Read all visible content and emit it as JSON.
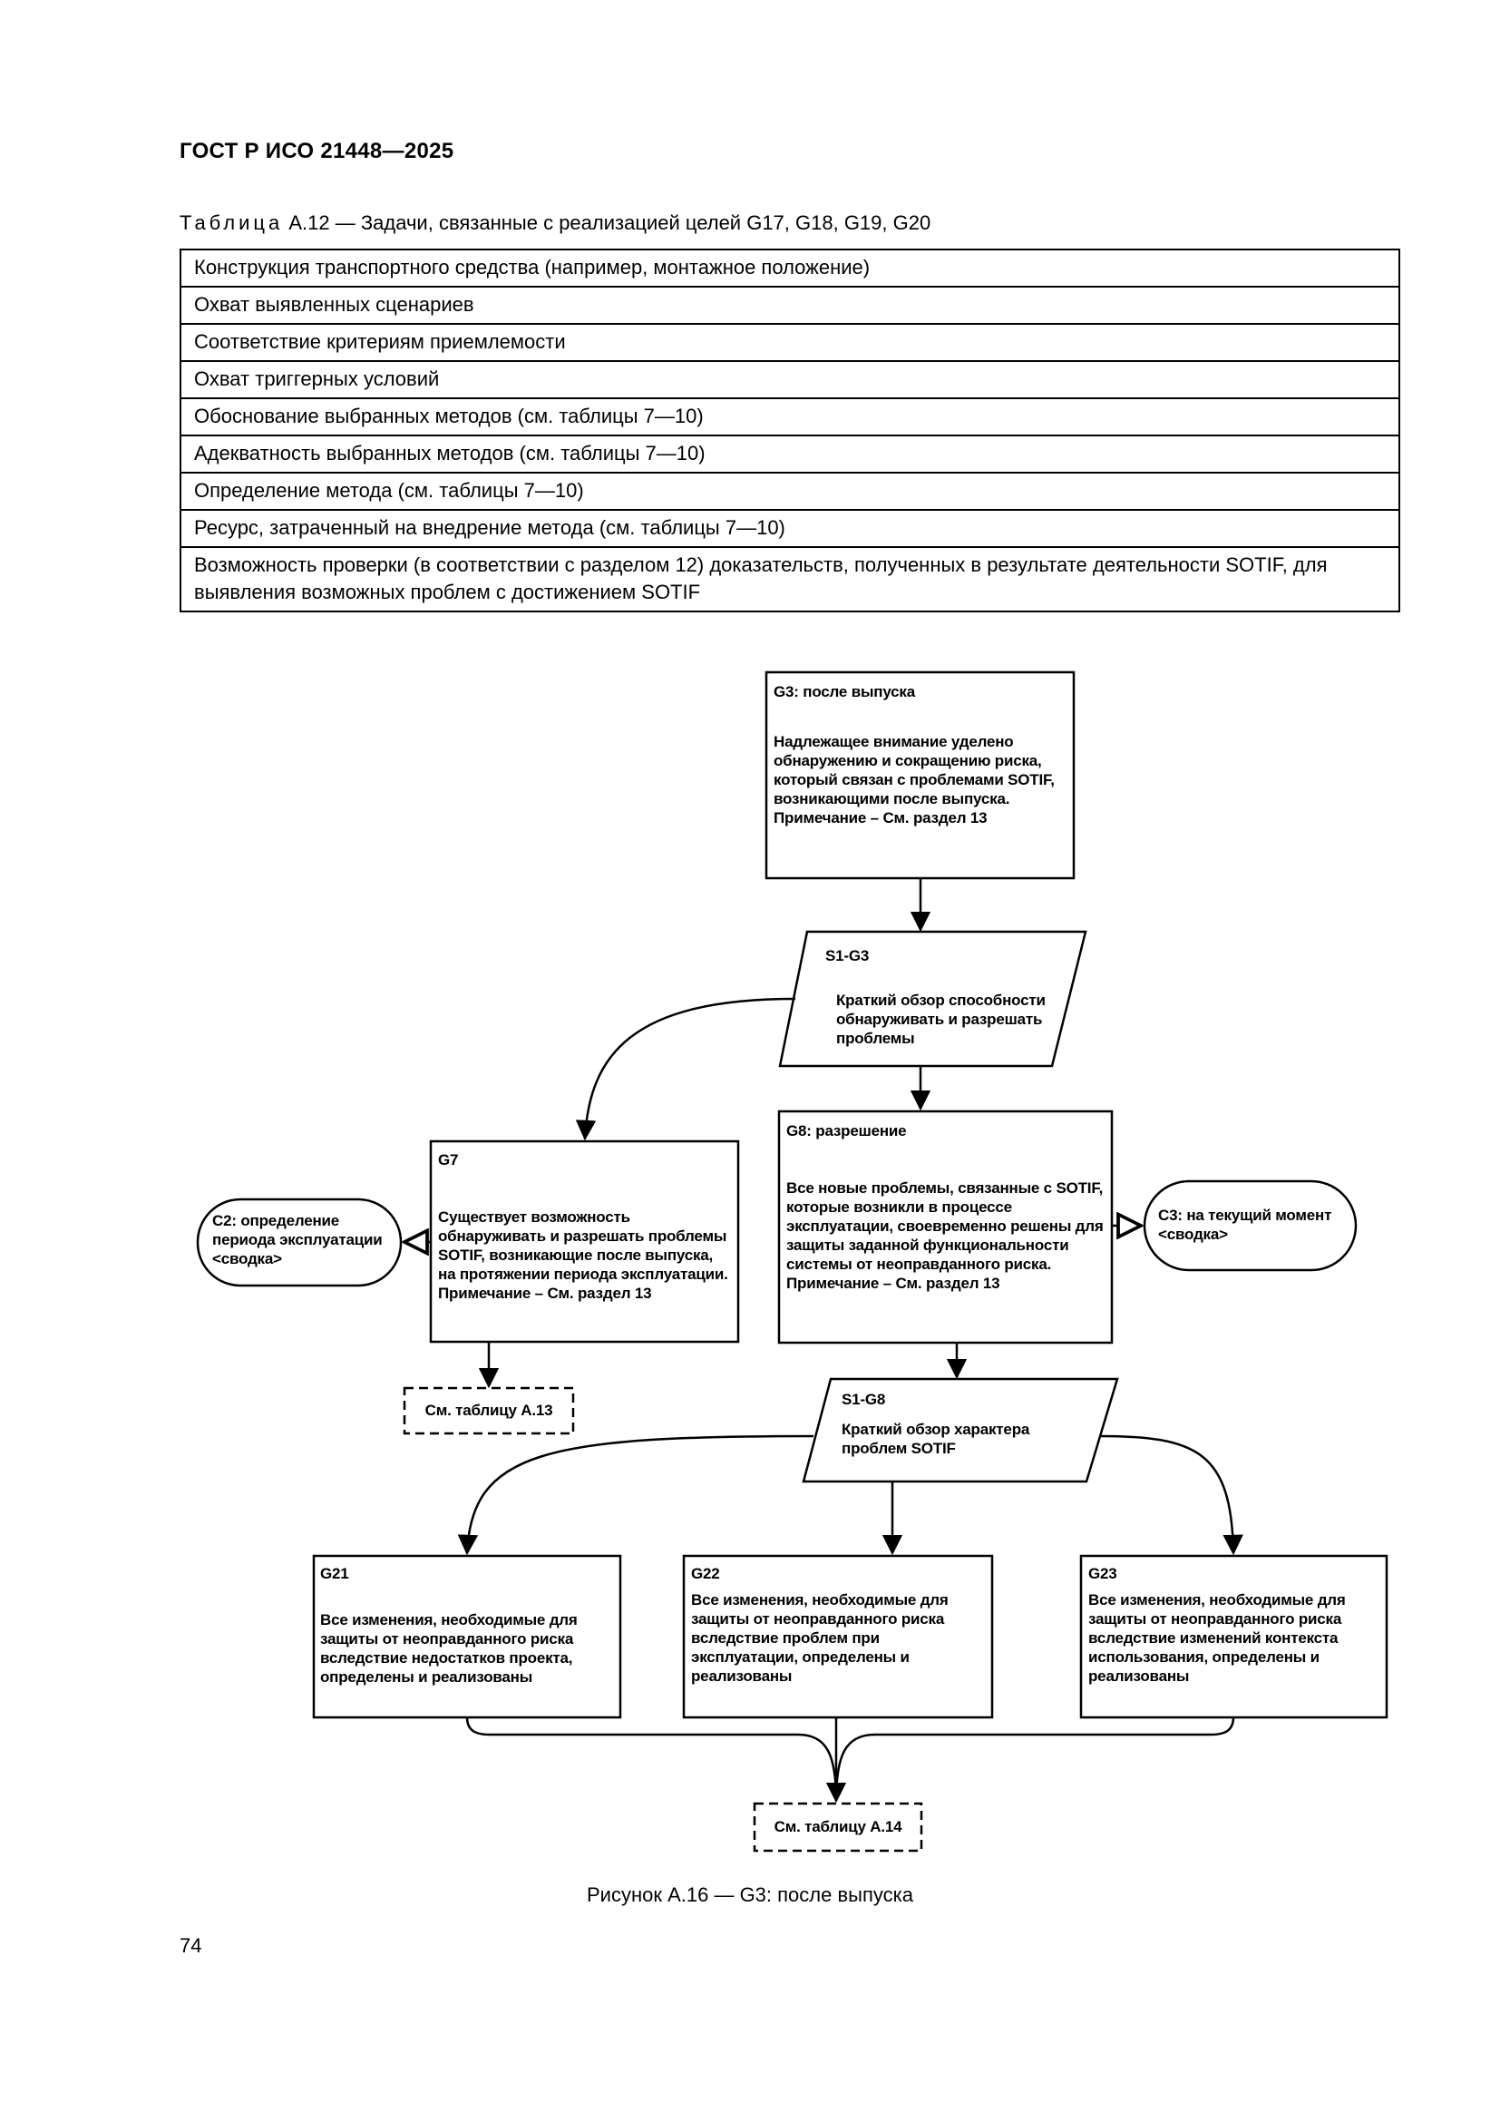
{
  "header": {
    "document_title": "ГОСТ Р ИСО 21448—2025"
  },
  "table": {
    "caption_prefix": "Таблица",
    "caption_rest": " А.12 — Задачи, связанные с реализацией целей G17, G18, G19, G20",
    "rows": [
      "Конструкция транспортного средства (например, монтажное положение)",
      "Охват выявленных сценариев",
      "Соответствие критериям приемлемости",
      "Охват триггерных условий",
      "Обоснование выбранных методов (см. таблицы 7—10)",
      "Адекватность выбранных методов (см. таблицы 7—10)",
      "Определение метода (см. таблицы 7—10)",
      "Ресурс, затраченный на внедрение метода (см. таблицы 7—10)",
      "Возможность проверки (в соответствии с разделом 12) доказательств, полученных в результате деятельности SOTIF, для выявления возможных проблем с достижением SOTIF"
    ]
  },
  "diagram": {
    "g3": {
      "title": "G3: после выпуска",
      "body": "Надлежащее внимание уделено обнаружению и сокращению риска, который связан с проблемами SOTIF, возникающими после выпуска.",
      "note": "Примечание – См. раздел 13"
    },
    "s1_g3": {
      "title": "S1-G3",
      "body": "Краткий обзор способности обнаруживать и разрешать проблемы"
    },
    "g7": {
      "title": "G7",
      "body": "Существует возможность обнаруживать и разрешать проблемы SOTIF, возникающие после выпуска, на протяжении периода эксплуатации.",
      "note": "Примечание – См. раздел 13"
    },
    "g8": {
      "title": "G8: разрешение",
      "body": "Все новые проблемы, связанные с SOTIF, которые возникли в процессе эксплуатации, своевременно решены для защиты заданной функциональности системы от неоправданного риска.",
      "note": "Примечание – См. раздел 13"
    },
    "c2": {
      "text": "C2: определение периода эксплуатации <сводка>"
    },
    "c3": {
      "text": "C3: на текущий момент <сводка>"
    },
    "ref_a13": "См. таблицу А.13",
    "s1_g8": {
      "title": "S1-G8",
      "body": "Краткий обзор характера проблем SOTIF"
    },
    "g21": {
      "title": "G21",
      "body": "Все изменения, необходимые для защиты от неоправданного риска вследствие недостатков проекта, определены и реализованы"
    },
    "g22": {
      "title": "G22",
      "body": "Все изменения, необходимые для защиты от неоправданного риска вследствие проблем при эксплуатации, определены и реализованы"
    },
    "g23": {
      "title": "G23",
      "body": "Все изменения, необходимые для защиты от неоправданного риска вследствие изменений контекста использования, определены и реализованы"
    },
    "ref_a14": "См. таблицу А.14"
  },
  "figure": {
    "caption": "Рисунок А.16 — G3: после выпуска"
  },
  "page": {
    "number": "74"
  }
}
